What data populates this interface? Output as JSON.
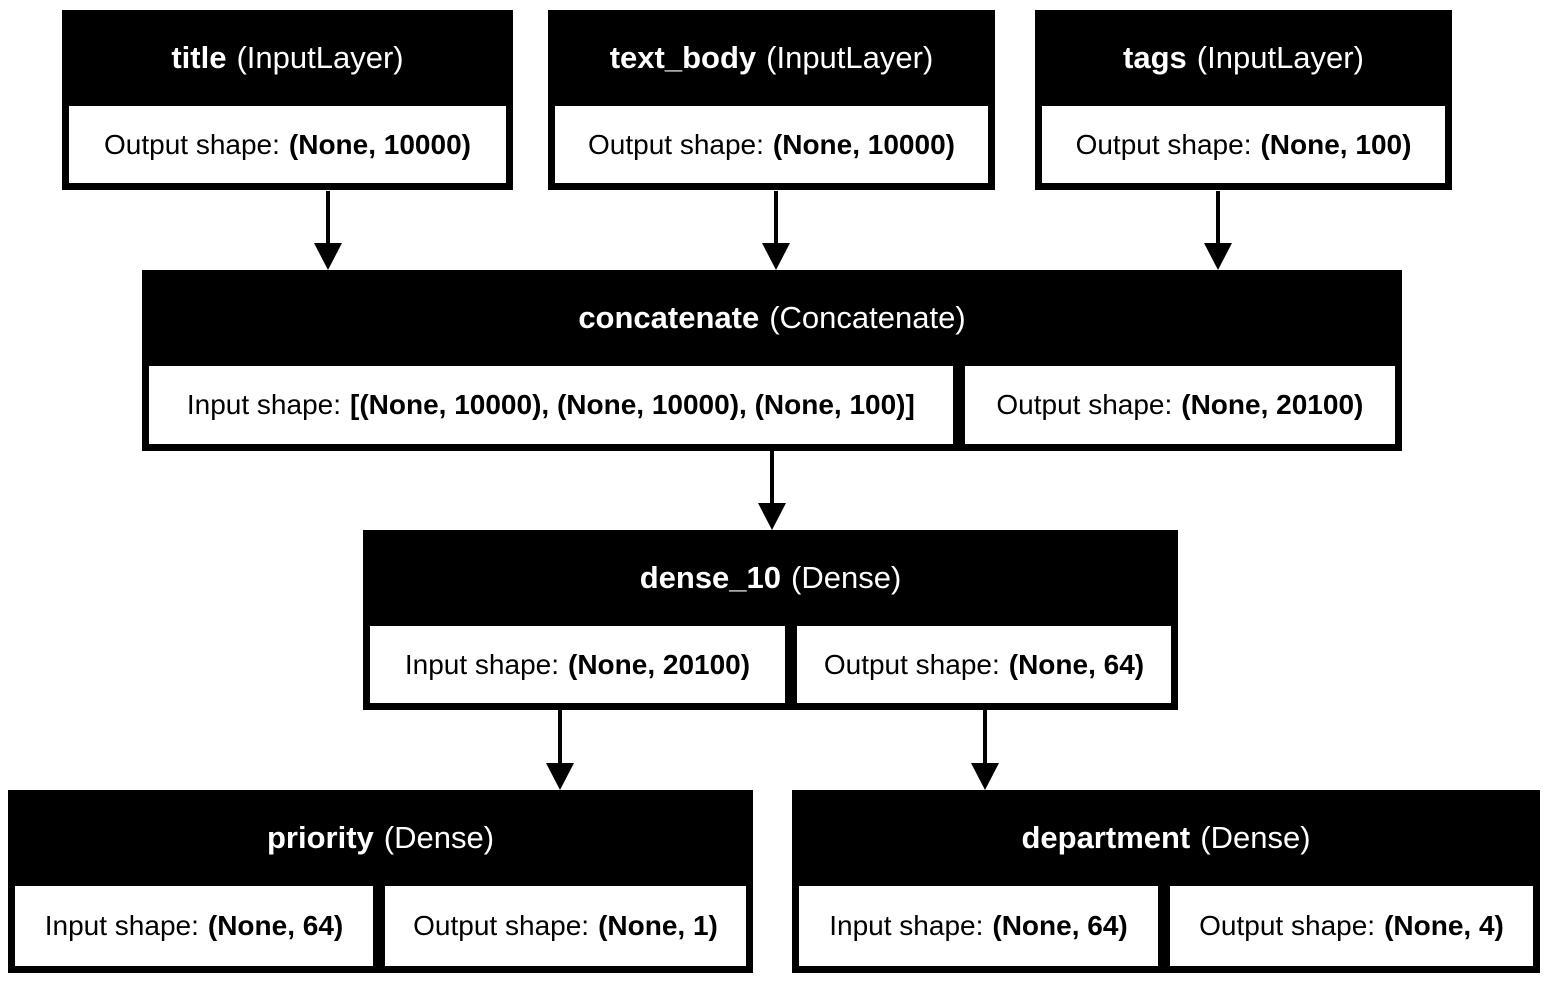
{
  "diagram": {
    "kind": "keras-model-architecture-graph",
    "colors": {
      "background": "#ffffff",
      "node_fill": "#000000",
      "node_text": "#ffffff",
      "cell_fill": "#ffffff",
      "cell_text": "#000000",
      "edge": "#000000"
    }
  },
  "nodes": [
    {
      "id": "title",
      "name": "title",
      "class_label": "(InputLayer)",
      "cells": [
        {
          "label": "Output shape:",
          "value": "(None, 10000)"
        }
      ]
    },
    {
      "id": "text_body",
      "name": "text_body",
      "class_label": "(InputLayer)",
      "cells": [
        {
          "label": "Output shape:",
          "value": "(None, 10000)"
        }
      ]
    },
    {
      "id": "tags",
      "name": "tags",
      "class_label": "(InputLayer)",
      "cells": [
        {
          "label": "Output shape:",
          "value": "(None, 100)"
        }
      ]
    },
    {
      "id": "concatenate",
      "name": "concatenate",
      "class_label": "(Concatenate)",
      "cells": [
        {
          "label": "Input shape:",
          "value": "[(None, 10000), (None, 10000), (None, 100)]"
        },
        {
          "label": "Output shape:",
          "value": "(None, 20100)"
        }
      ]
    },
    {
      "id": "dense_10",
      "name": "dense_10",
      "class_label": "(Dense)",
      "cells": [
        {
          "label": "Input shape:",
          "value": "(None, 20100)"
        },
        {
          "label": "Output shape:",
          "value": "(None, 64)"
        }
      ]
    },
    {
      "id": "priority",
      "name": "priority",
      "class_label": "(Dense)",
      "cells": [
        {
          "label": "Input shape:",
          "value": "(None, 64)"
        },
        {
          "label": "Output shape:",
          "value": "(None, 1)"
        }
      ]
    },
    {
      "id": "department",
      "name": "department",
      "class_label": "(Dense)",
      "cells": [
        {
          "label": "Input shape:",
          "value": "(None, 64)"
        },
        {
          "label": "Output shape:",
          "value": "(None, 4)"
        }
      ]
    }
  ],
  "edges": [
    {
      "from": "title",
      "to": "concatenate"
    },
    {
      "from": "text_body",
      "to": "concatenate"
    },
    {
      "from": "tags",
      "to": "concatenate"
    },
    {
      "from": "concatenate",
      "to": "dense_10"
    },
    {
      "from": "dense_10",
      "to": "priority"
    },
    {
      "from": "dense_10",
      "to": "department"
    }
  ]
}
